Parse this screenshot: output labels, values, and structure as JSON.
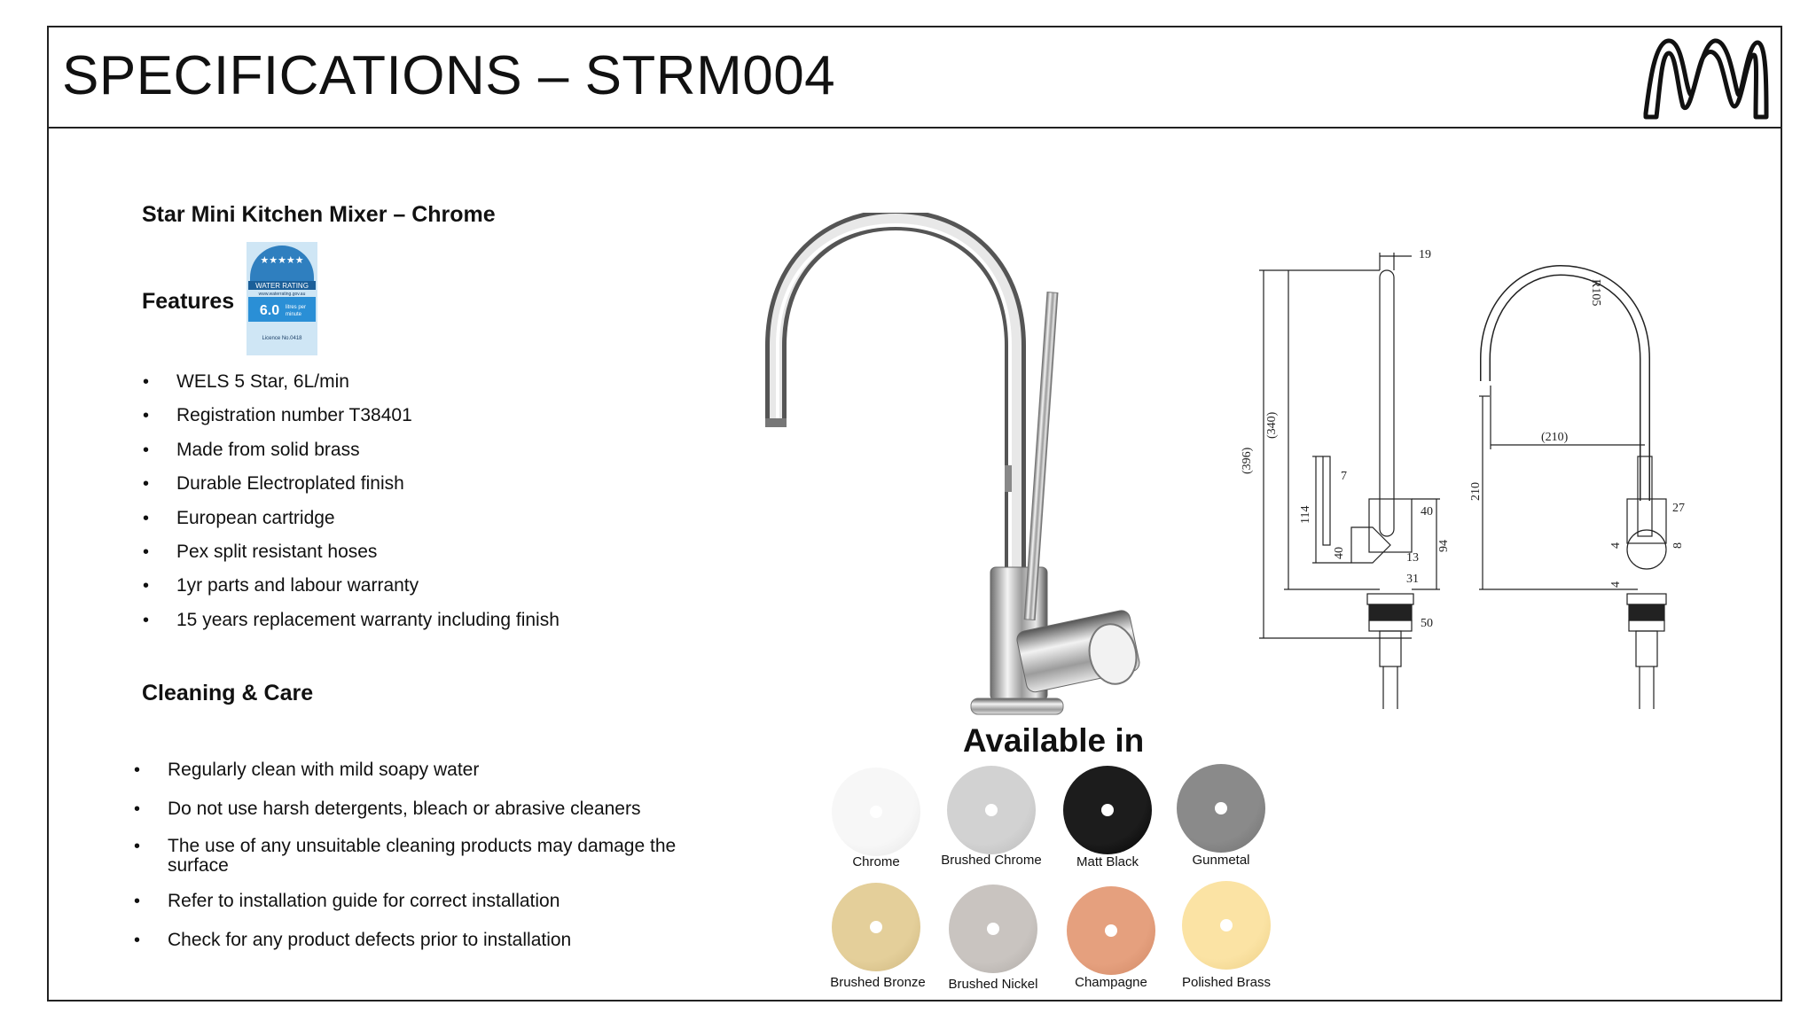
{
  "header": {
    "title": "SPECIFICATIONS – STRM004",
    "logo_icon": "m-logo-icon"
  },
  "product": {
    "name": "Star Mini Kitchen Mixer – Chrome"
  },
  "features": {
    "heading": "Features",
    "wels_badge": {
      "icon": "water-rating-label-icon",
      "title": "WATER RATING",
      "website": "www.waterrating.gov.au",
      "value": "6.0",
      "unit_line1": "litres per",
      "unit_line2": "minute",
      "licence": "Licence No.0418",
      "stars": 5
    },
    "items": [
      "WELS 5 Star, 6L/min",
      "Registration number T38401",
      "Made from solid brass",
      "Durable Electroplated finish",
      "European cartridge",
      "Pex split resistant hoses",
      "1yr parts and labour warranty",
      "15 years replacement warranty including finish"
    ]
  },
  "care": {
    "heading": "Cleaning & Care",
    "items": [
      "Regularly clean with mild soapy water",
      "Do not use harsh detergents, bleach or abrasive cleaners",
      "The use of any unsuitable cleaning products may damage the surface",
      "Refer to installation guide for correct installation",
      "Check for any product defects prior to installation"
    ]
  },
  "available": {
    "heading": "Available in",
    "finishes": [
      {
        "name": "Chrome",
        "color": "#f7f7f7",
        "edge": "#e4e4e4"
      },
      {
        "name": "Brushed Chrome",
        "color": "#d2d2d2",
        "edge": "#b8b8b8"
      },
      {
        "name": "Matt Black",
        "color": "#1c1c1c",
        "edge": "#000000"
      },
      {
        "name": "Gunmetal",
        "color": "#8a8a8a",
        "edge": "#6e6e6e"
      },
      {
        "name": "Brushed Bronze",
        "color": "#e4cf9a",
        "edge": "#cdb57e"
      },
      {
        "name": "Brushed Nickel",
        "color": "#c9c4c0",
        "edge": "#ada8a4"
      },
      {
        "name": "Champagne",
        "color": "#e5a07e",
        "edge": "#cf8764"
      },
      {
        "name": "Polished Brass",
        "color": "#fbe3a4",
        "edge": "#ecce84"
      }
    ]
  },
  "drawing": {
    "dims": [
      "19",
      "(396)",
      "(340)",
      "7",
      "114",
      "40",
      "40",
      "13",
      "94",
      "31",
      "50",
      "R105",
      "(210)",
      "210",
      "27",
      "4",
      "8",
      "4"
    ]
  }
}
